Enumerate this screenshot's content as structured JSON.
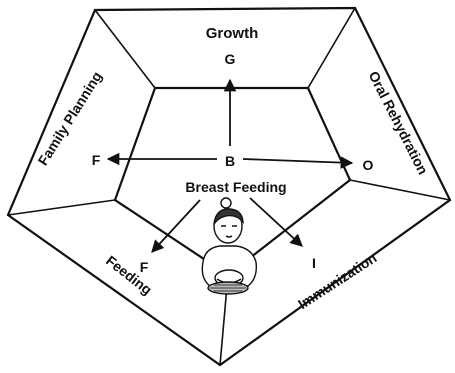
{
  "diagram": {
    "sides": {
      "growth": "Growth",
      "oral_rehydration": "Oral Rehydration",
      "immunization": "Immunization",
      "feeding": "Feeding",
      "family_planning": "Family Planning"
    },
    "center": {
      "code": "B",
      "label": "Breast Feeding"
    },
    "arrow_codes": {
      "growth": "G",
      "oral_rehydration": "O",
      "immunization": "I",
      "feeding": "F",
      "family_planning": "F"
    },
    "illustration": "mother-and-child-icon"
  }
}
